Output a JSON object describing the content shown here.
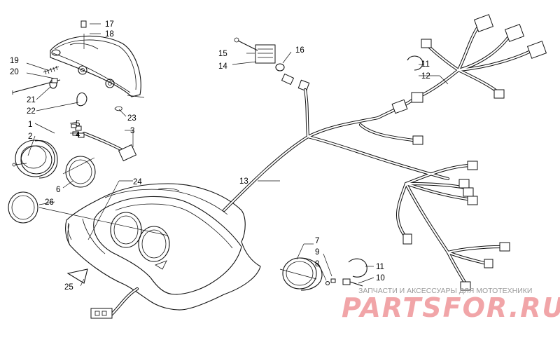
{
  "callouts": [
    {
      "id": "c17",
      "text": "17"
    },
    {
      "id": "c18",
      "text": "18"
    },
    {
      "id": "c19",
      "text": "19"
    },
    {
      "id": "c20",
      "text": "20"
    },
    {
      "id": "c21",
      "text": "21"
    },
    {
      "id": "c22",
      "text": "22"
    },
    {
      "id": "c23",
      "text": "23"
    },
    {
      "id": "c1",
      "text": "1"
    },
    {
      "id": "c2",
      "text": "2"
    },
    {
      "id": "c5",
      "text": "5"
    },
    {
      "id": "c4",
      "text": "4"
    },
    {
      "id": "c3",
      "text": "3"
    },
    {
      "id": "c6",
      "text": "6"
    },
    {
      "id": "c26",
      "text": "26"
    },
    {
      "id": "c24",
      "text": "24"
    },
    {
      "id": "c25",
      "text": "25"
    },
    {
      "id": "c15",
      "text": "15"
    },
    {
      "id": "c14",
      "text": "14"
    },
    {
      "id": "c16",
      "text": "16"
    },
    {
      "id": "c13",
      "text": "13"
    },
    {
      "id": "c11a",
      "text": "11"
    },
    {
      "id": "c12",
      "text": "12"
    },
    {
      "id": "c7",
      "text": "7"
    },
    {
      "id": "c9",
      "text": "9"
    },
    {
      "id": "c8",
      "text": "8"
    },
    {
      "id": "c11b",
      "text": "11"
    },
    {
      "id": "c10",
      "text": "10"
    }
  ],
  "watermark": {
    "caption": "ЗАПЧАСТИ И АКСЕССУАРЫ ДЛЯ МОТОТЕХНИКИ",
    "brand": "PARTSFOR.RU",
    "brand_color": "#f1a5a8"
  }
}
